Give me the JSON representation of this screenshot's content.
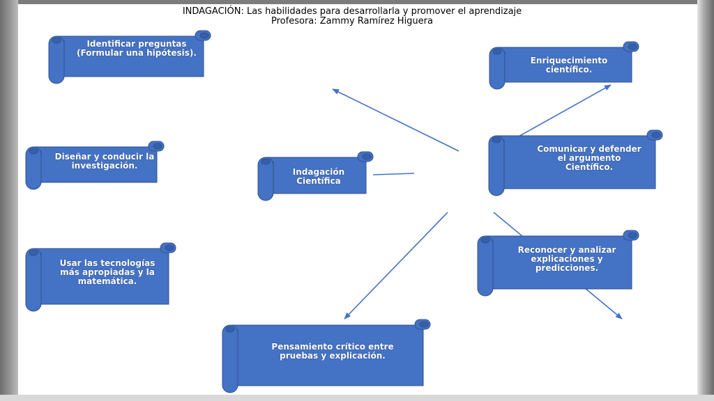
{
  "page": {
    "title_line1": "INDAGACIÓN: Las habilidades para desarrollarla y promover el aprendizaje",
    "title_line2": "Profesora: Zammy Ramírez Higuera"
  },
  "colors": {
    "scroll_fill": "#4472c4",
    "scroll_outline": "#2f528f",
    "arrow": "#4472c4",
    "text": "#ffffff"
  },
  "nodes": {
    "center": {
      "label": "Indagación Científica"
    },
    "identificar": {
      "label": "Identificar preguntas (Formular una hipótesis)."
    },
    "disenar": {
      "label": "Diseñar y conducir la investigación."
    },
    "usar": {
      "label": "Usar las tecnologías más apropiadas y la matemática."
    },
    "enriquecimiento": {
      "label": "Enriquecimiento científico."
    },
    "comunicar": {
      "label": "Comunicar y defender el argumento Científico."
    },
    "reconocer": {
      "label": "Reconocer y analizar explicaciones y predicciones."
    },
    "pensamiento": {
      "label": "Pensamiento crítico entre pruebas y explicación."
    }
  }
}
